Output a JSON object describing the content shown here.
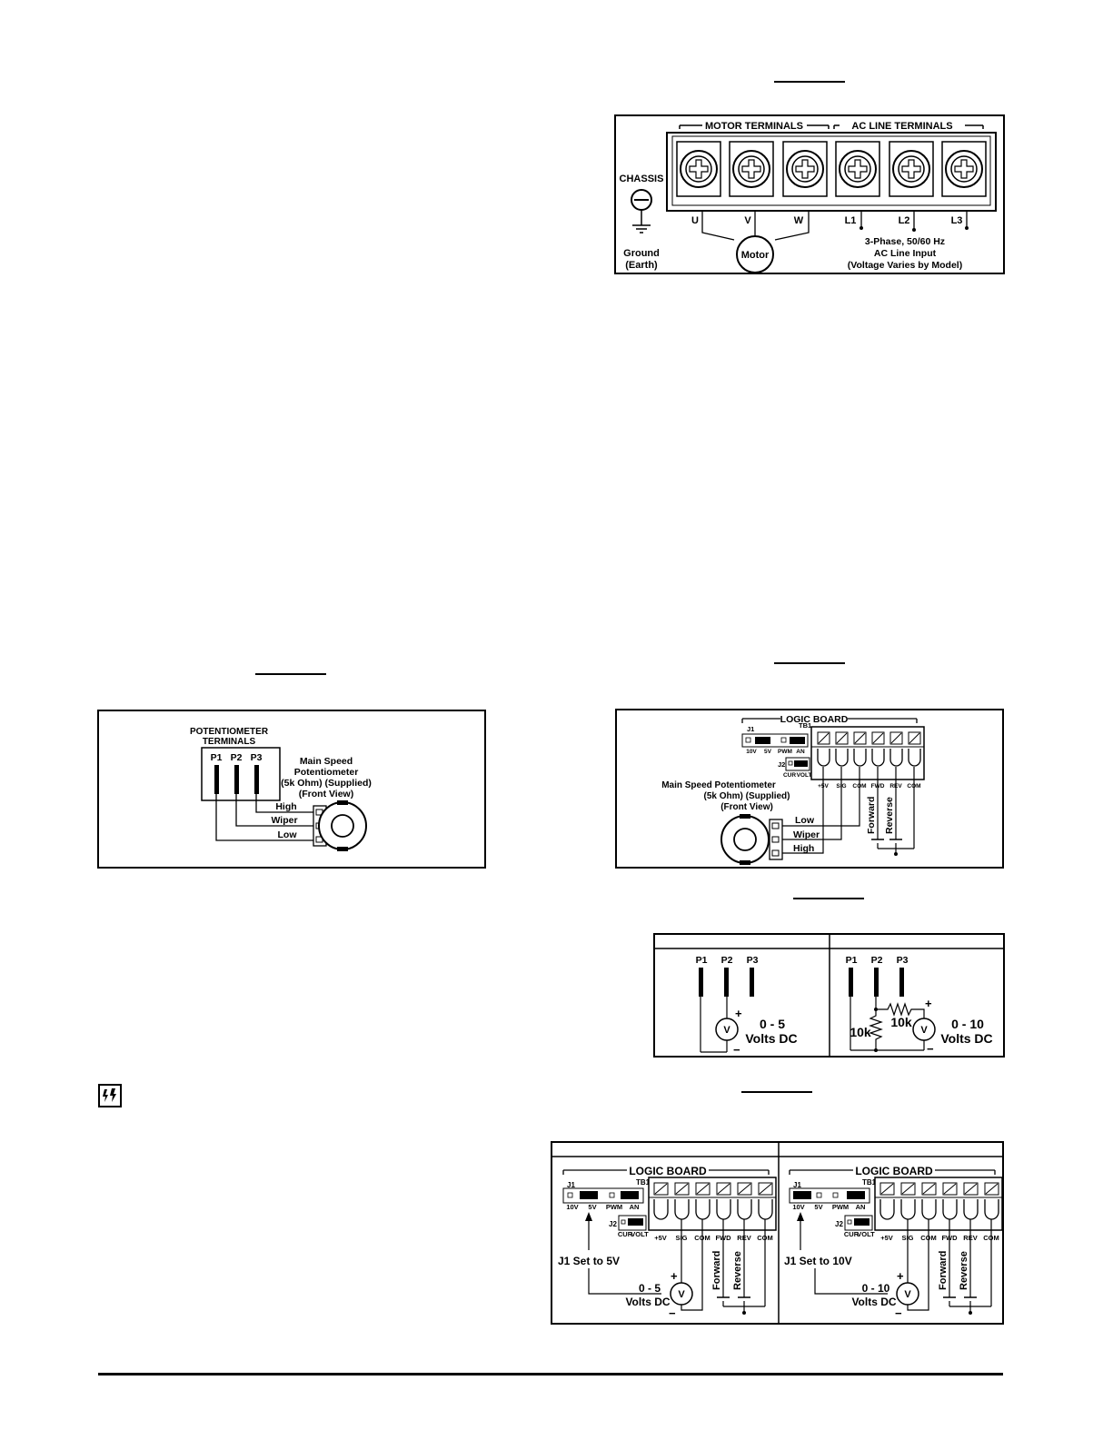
{
  "fig_top": {
    "motor_terminals": "MOTOR TERMINALS",
    "ac_line_terminals": "AC LINE TERMINALS",
    "chassis": "CHASSIS",
    "ground": "Ground",
    "earth": "(Earth)",
    "u": "U",
    "v": "V",
    "w": "W",
    "l1": "L1",
    "l2": "L2",
    "l3": "L3",
    "motor": "Motor",
    "line1": "3-Phase, 50/60 Hz",
    "line2": "AC Line Input",
    "line3": "(Voltage Varies by Model)"
  },
  "fig_pot": {
    "title1": "POTENTIOMETER",
    "title2": "TERMINALS",
    "p1": "P1",
    "p2": "P2",
    "p3": "P3",
    "desc1": "Main Speed",
    "desc2": "Potentiometer",
    "desc3": "(5k Ohm) (Supplied)",
    "desc4": "(Front View)",
    "high": "High",
    "wiper": "Wiper",
    "low": "Low"
  },
  "fig_logic": {
    "logic_board": "LOGIC BOARD",
    "j1": "J1",
    "tb1": "TB1",
    "j2": "J2",
    "v10": "10V",
    "v5": "5V",
    "pwm": "PWM",
    "an": "AN",
    "cur": "CUR",
    "volt": "VOLT",
    "t_5v": "+5V",
    "t_sig": "SIG",
    "t_com": "COM",
    "t_fwd": "FWD",
    "t_rev": "REV",
    "t_com2": "COM",
    "desc1": "Main Speed Potentiometer",
    "desc2": "(5k Ohm) (Supplied)",
    "desc3": "(Front View)",
    "low": "Low",
    "wiper": "Wiper",
    "high": "High",
    "forward": "Forward",
    "reverse": "Reverse"
  },
  "fig_volts": {
    "p1": "P1",
    "p2": "P2",
    "p3": "P3",
    "plus": "+",
    "minus": "−",
    "v": "V",
    "left_range": "0 - 5",
    "right_range": "0 - 10",
    "volts_dc": "Volts DC",
    "r10k": "10k"
  },
  "fig_j1": {
    "left_set": "J1 Set to 5V",
    "right_set": "J1 Set to 10V",
    "left_range": "0 - 5",
    "right_range": "0 - 10",
    "volts_dc": "Volts DC"
  }
}
